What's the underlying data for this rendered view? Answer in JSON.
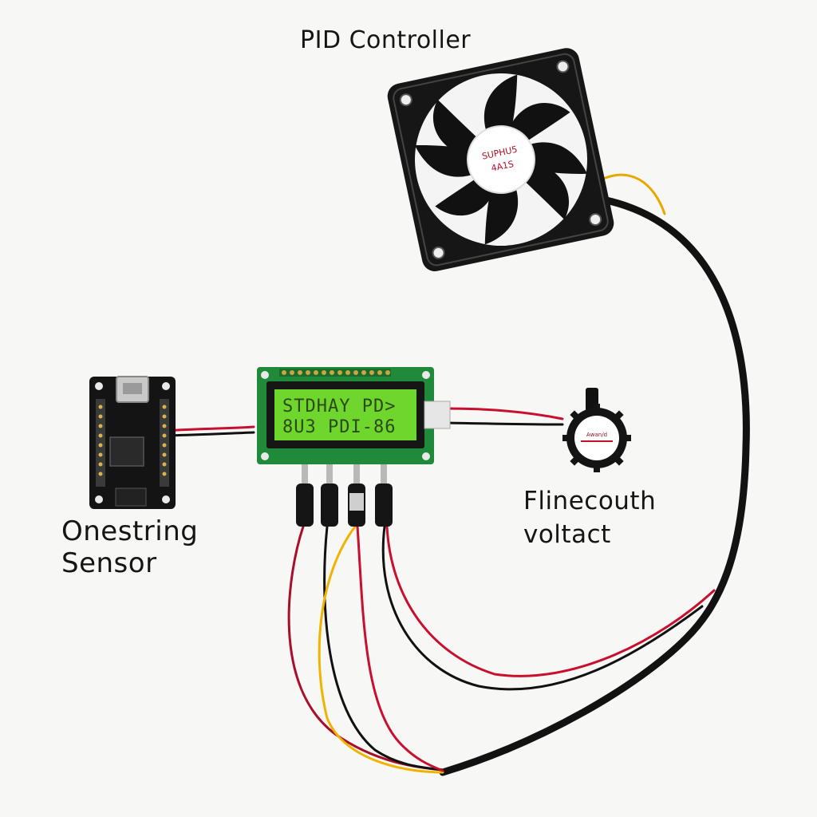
{
  "labels": {
    "title": "PID Controller",
    "sensor_line1": "Onestring",
    "sensor_line2": "Sensor",
    "right_line1": "Flinecouth",
    "right_line2": "voltact"
  },
  "lcd": {
    "line1": "STDHAY PD>",
    "line2": "8U3 PDI-86"
  },
  "fan_hub": {
    "line1": "SUPHU5",
    "line2": "4A1S"
  },
  "pot_label": "Аwan/d",
  "colors": {
    "background": "#f7f7f6",
    "lcd_screen": "#6fd62e",
    "pcb_green": "#1f8a3a",
    "wire_red": "#c8102e",
    "wire_yellow": "#f0b400",
    "wire_black": "#111111",
    "fan_body": "#151515"
  }
}
